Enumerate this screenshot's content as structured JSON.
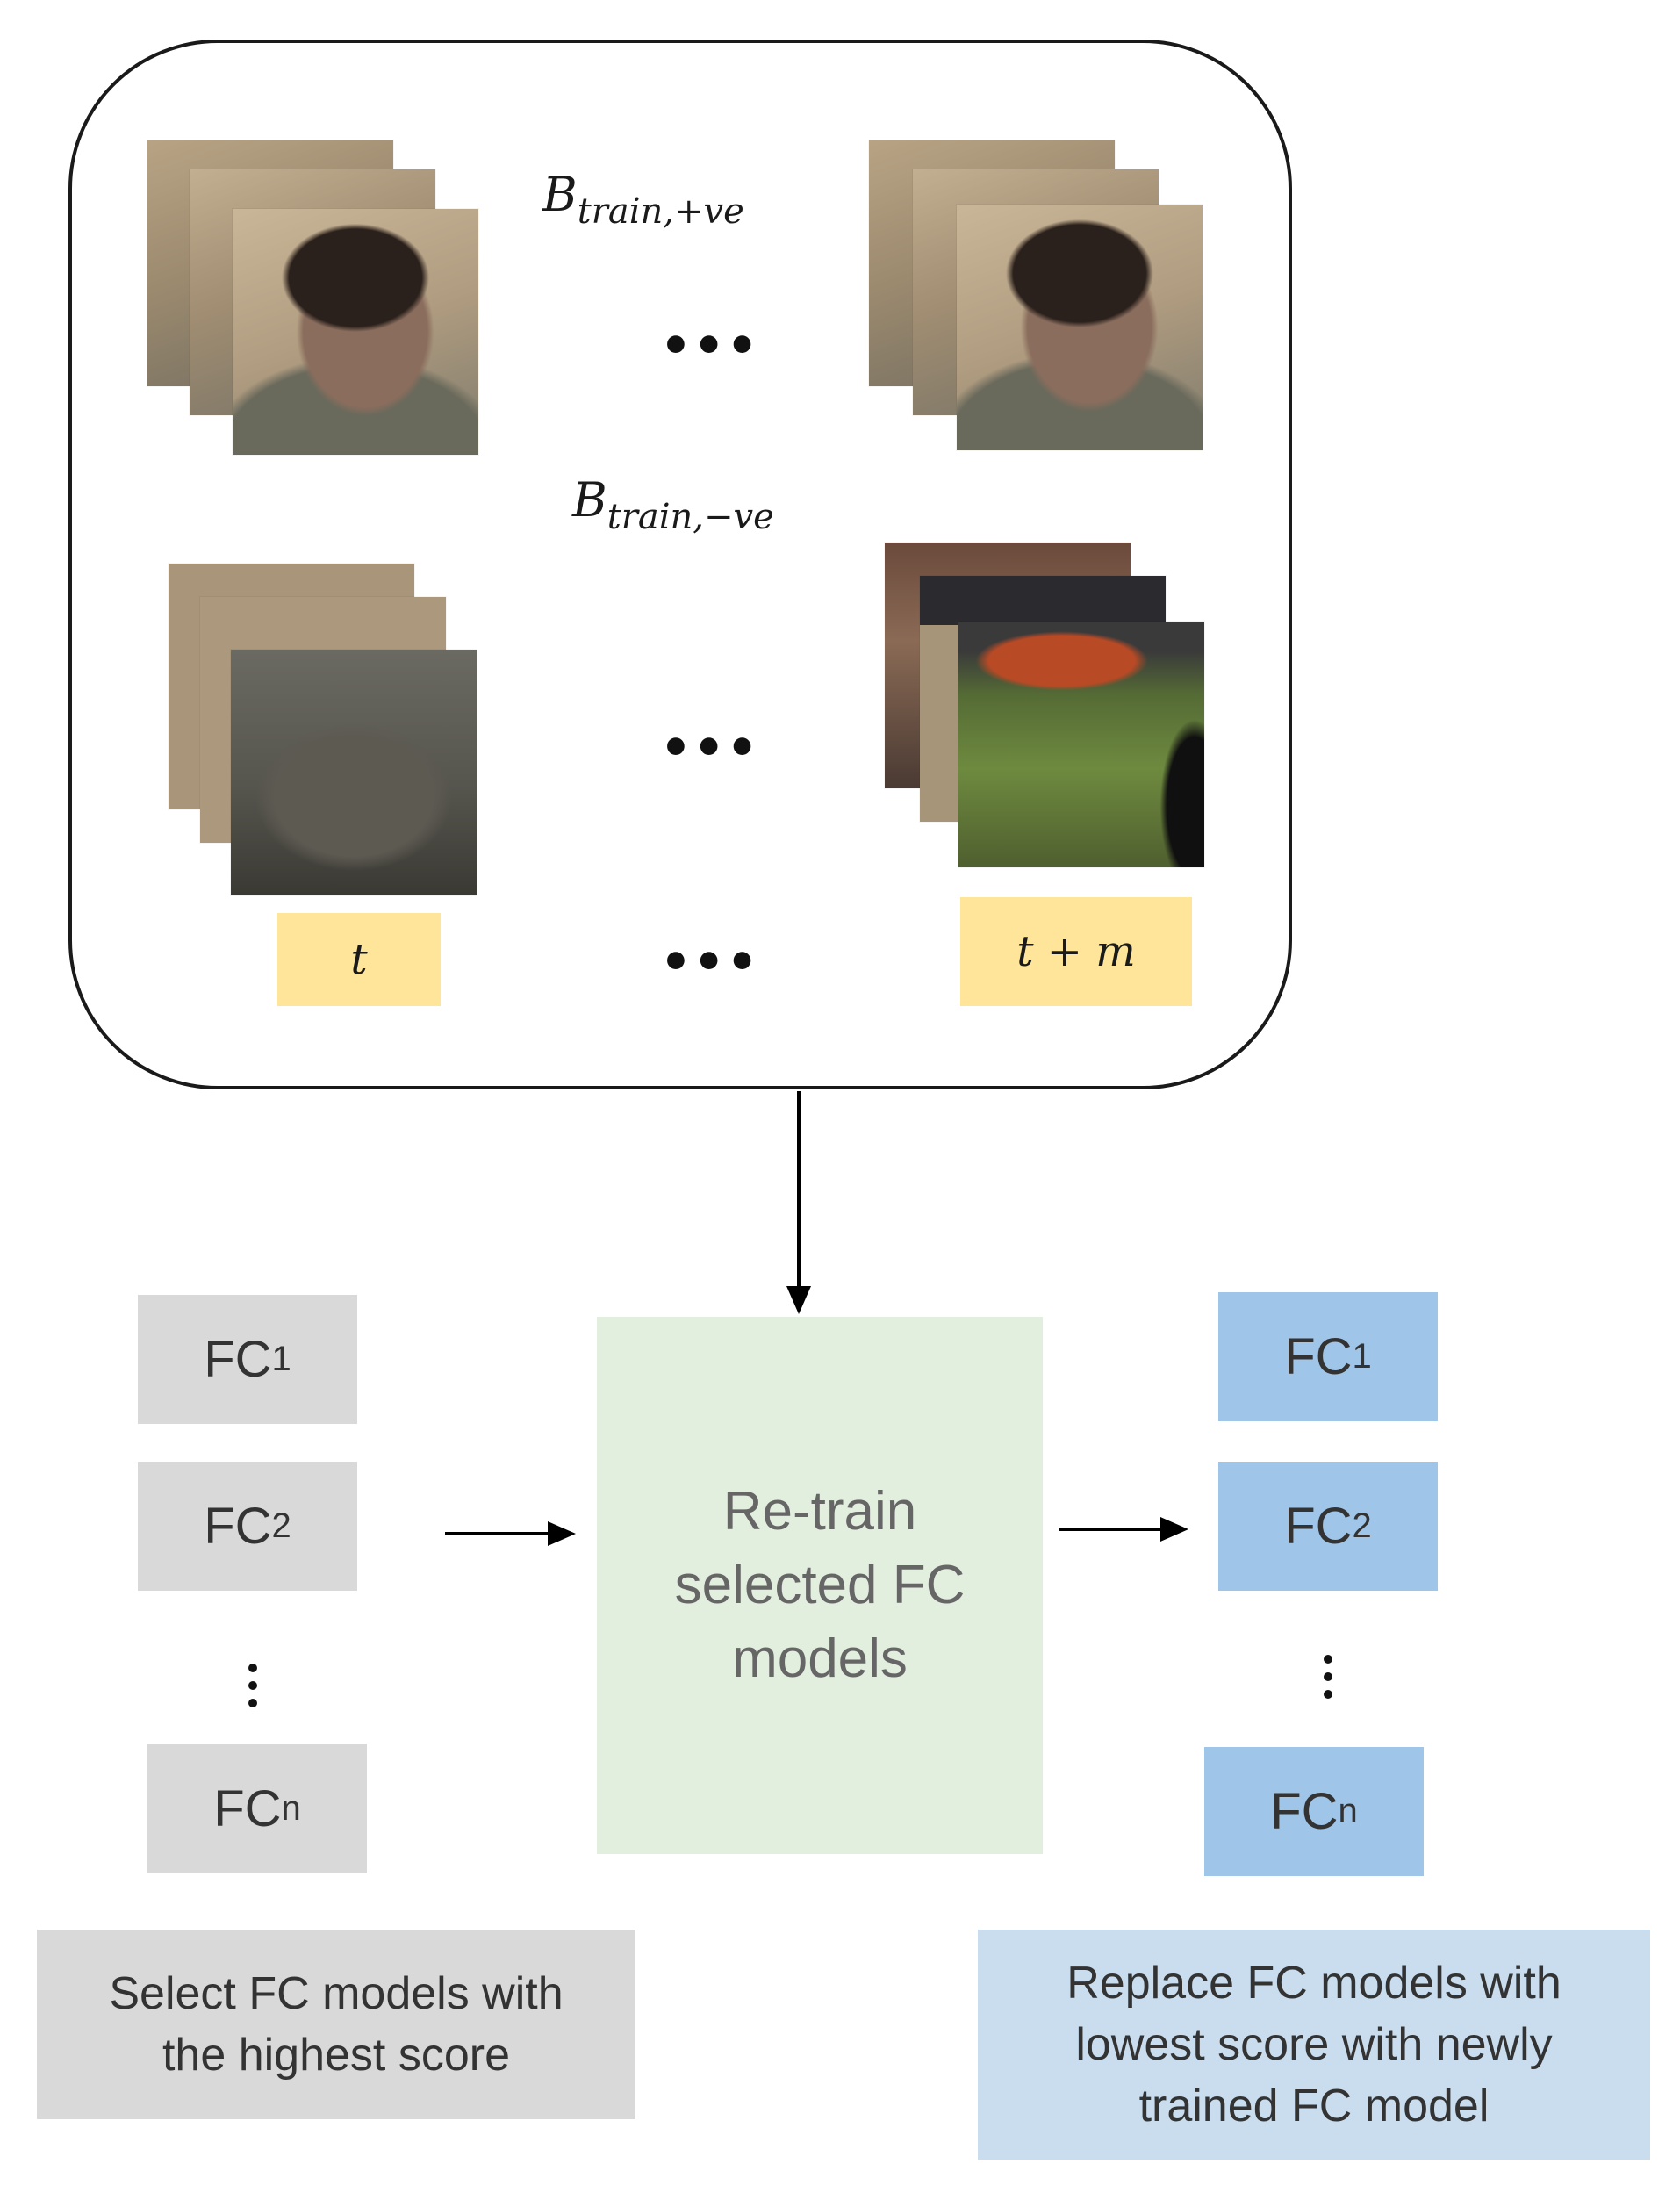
{
  "panel": {
    "positive_label": {
      "base": "B",
      "sub": "train,+ve"
    },
    "negative_label": {
      "base": "B",
      "sub": "train,−ve"
    },
    "ellipsis": "•••",
    "time_start": "t",
    "time_end": "t + m"
  },
  "left_models": {
    "items": [
      {
        "prefix": "FC",
        "sub": "1"
      },
      {
        "prefix": "FC",
        "sub": "2"
      },
      {
        "prefix": "FC",
        "sub": "n"
      }
    ],
    "caption_line1": "Select FC models with",
    "caption_line2": "the highest score"
  },
  "center_box": {
    "line1": "Re-train",
    "line2": "selected FC",
    "line3": "models"
  },
  "right_models": {
    "items": [
      {
        "prefix": "FC",
        "sub": "1"
      },
      {
        "prefix": "FC",
        "sub": "2"
      },
      {
        "prefix": "FC",
        "sub": "n"
      }
    ],
    "caption_line1": "Replace FC models with",
    "caption_line2": "lowest score with newly",
    "caption_line3": "trained FC model"
  },
  "colors": {
    "label_fill": "#ffe599",
    "selected_fill": "#d9d9d9",
    "replaced_fill": "#9fc5e8",
    "retrain_fill": "#d9ead3"
  }
}
